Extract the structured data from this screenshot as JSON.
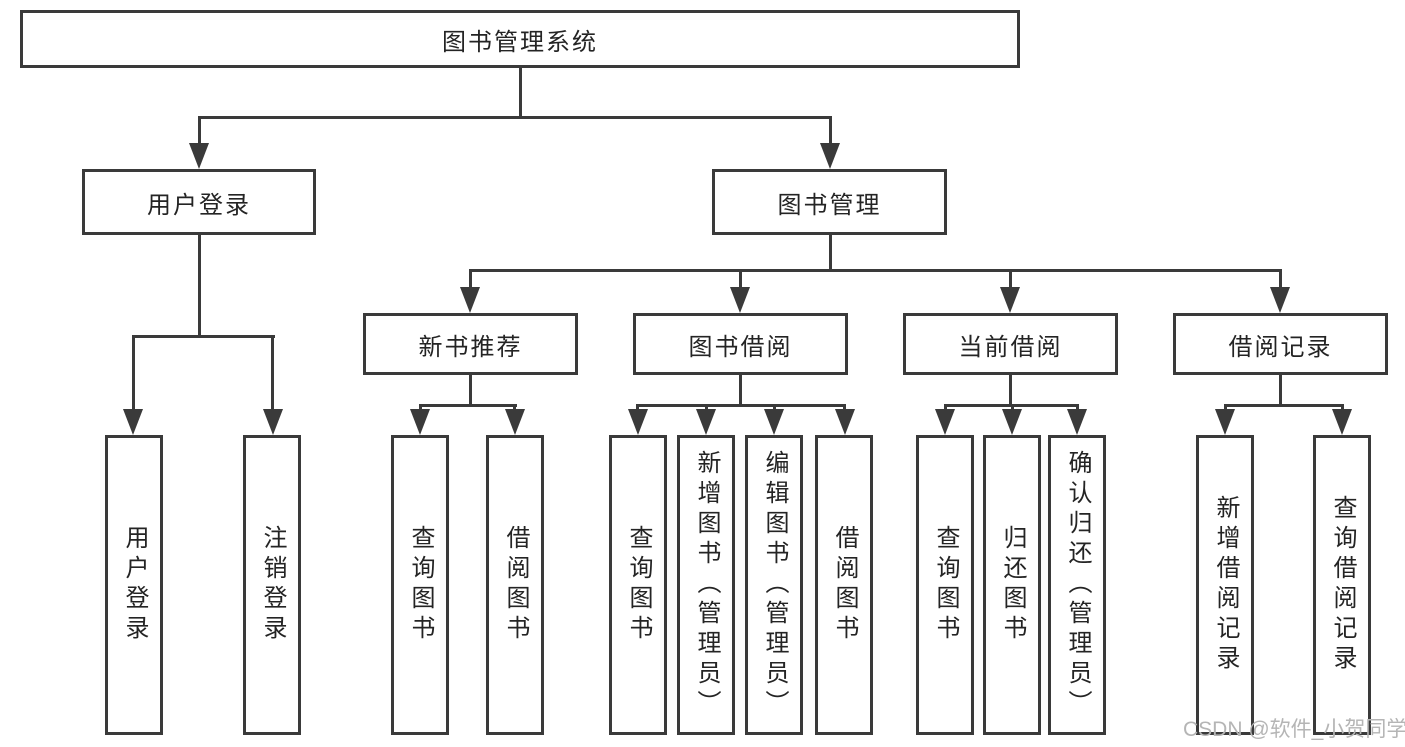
{
  "tree": {
    "root": "图书管理系统",
    "user_login": {
      "label": "用户登录",
      "children": [
        "用户登录",
        "注销登录"
      ]
    },
    "book_management": {
      "label": "图书管理",
      "sections": [
        {
          "label": "新书推荐",
          "children": [
            "查询图书",
            "借阅图书"
          ]
        },
        {
          "label": "图书借阅",
          "children": [
            "查询图书",
            "新增图书（管理员）",
            "编辑图书（管理员）",
            "借阅图书"
          ]
        },
        {
          "label": "当前借阅",
          "children": [
            "查询图书",
            "归还图书",
            "确认归还（管理员）"
          ]
        },
        {
          "label": "借阅记录",
          "children": [
            "新增借阅记录",
            "查询借阅记录"
          ]
        }
      ]
    }
  },
  "watermark": "CSDN @软件_小贺同学",
  "colors": {
    "line": "#3a3a3a",
    "box_border": "#3a3a3a",
    "text": "#242424",
    "watermark": "#b5b5b5",
    "background": "#ffffff"
  }
}
